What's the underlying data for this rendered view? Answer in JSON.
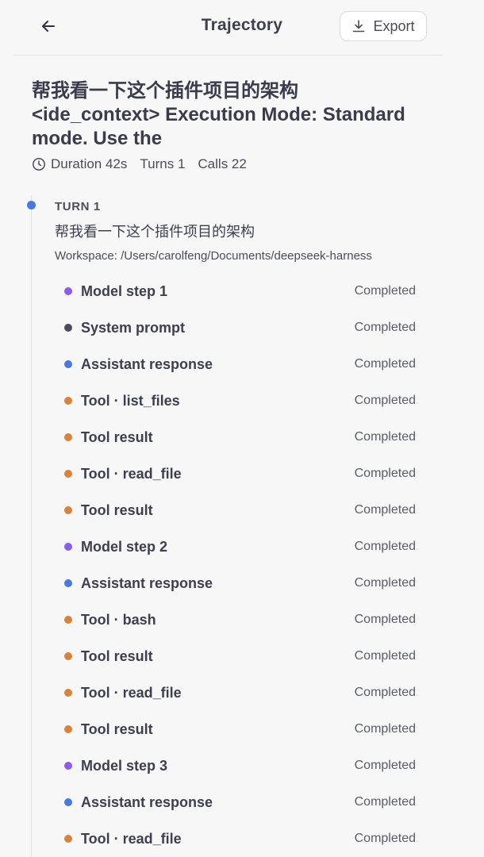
{
  "header": {
    "title": "Trajectory",
    "export_label": "Export",
    "back_icon": "arrow-left-icon",
    "export_icon": "download-icon"
  },
  "task": {
    "title_lines": [
      "帮我看一下这个插件项目的架构",
      "<ide_context> Execution Mode: Standard",
      "mode. Use the"
    ],
    "duration": "Duration 42s",
    "turns": "Turns 1",
    "calls": "Calls 22"
  },
  "turn": {
    "label": "TURN 1",
    "text": "帮我看一下这个插件项目的架构",
    "workspace": "Workspace: /Users/carolfeng/Documents/deepseek-harness"
  },
  "colors": {
    "model": "#8b5cf0",
    "system": "#4b4d5e",
    "assistant": "#4a78e0",
    "tool": "#d9823b",
    "turn_dot": "#4a78e0"
  },
  "steps": [
    {
      "label": "Model step 1",
      "status": "Completed",
      "kind": "model"
    },
    {
      "label": "System prompt",
      "status": "Completed",
      "kind": "system"
    },
    {
      "label": "Assistant response",
      "status": "Completed",
      "kind": "assistant"
    },
    {
      "label": "Tool · list_files",
      "status": "Completed",
      "kind": "tool"
    },
    {
      "label": "Tool result",
      "status": "Completed",
      "kind": "tool"
    },
    {
      "label": "Tool · read_file",
      "status": "Completed",
      "kind": "tool"
    },
    {
      "label": "Tool result",
      "status": "Completed",
      "kind": "tool"
    },
    {
      "label": "Model step 2",
      "status": "Completed",
      "kind": "model"
    },
    {
      "label": "Assistant response",
      "status": "Completed",
      "kind": "assistant"
    },
    {
      "label": "Tool · bash",
      "status": "Completed",
      "kind": "tool"
    },
    {
      "label": "Tool result",
      "status": "Completed",
      "kind": "tool"
    },
    {
      "label": "Tool · read_file",
      "status": "Completed",
      "kind": "tool"
    },
    {
      "label": "Tool result",
      "status": "Completed",
      "kind": "tool"
    },
    {
      "label": "Model step 3",
      "status": "Completed",
      "kind": "model"
    },
    {
      "label": "Assistant response",
      "status": "Completed",
      "kind": "assistant"
    },
    {
      "label": "Tool · read_file",
      "status": "Completed",
      "kind": "tool"
    }
  ]
}
